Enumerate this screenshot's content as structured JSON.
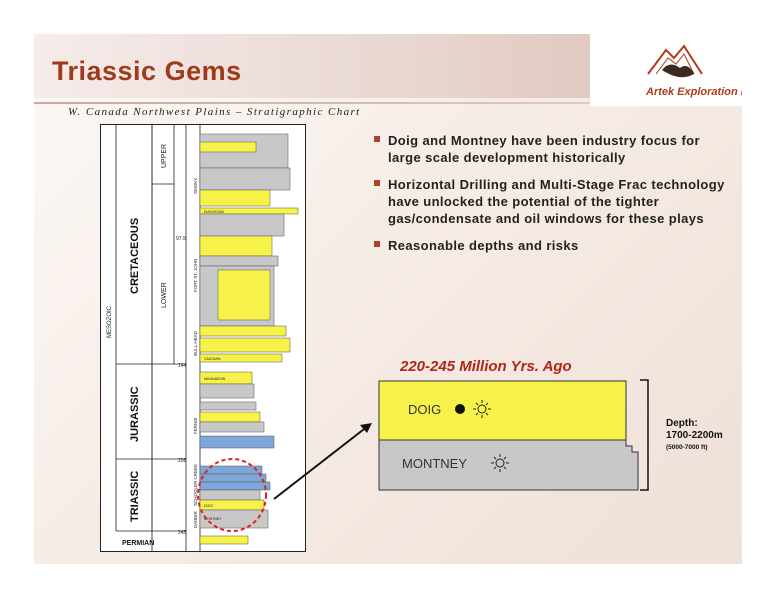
{
  "title": "Triassic Gems",
  "company": "Artek Exploration Ltd.",
  "subtitle": "W. Canada Northwest Plains – Stratigraphic Chart",
  "bullets": [
    "Doig and Montney have been industry focus for large scale development historically",
    "Horizontal Drilling and Multi-Stage Frac technology have unlocked the potential of the tighter gas/condensate and oil windows for these plays",
    "Reasonable depths and risks"
  ],
  "inset": {
    "age": "220-245 Million Yrs. Ago",
    "upper_unit": "DOIG",
    "lower_unit": "MONTNEY",
    "depth_title": "Depth:",
    "depth_range": "1700-2200m",
    "depth_imperial": "(5000-7000 ft)"
  },
  "strat": {
    "era": "MESOZOIC",
    "periods": [
      "CRETACEOUS",
      "JURASSIC",
      "TRIASSIC",
      "PERMIAN"
    ],
    "epochs": [
      "UPPER",
      "LOWER"
    ],
    "ages": [
      "97.5",
      "144",
      "208",
      "245"
    ],
    "groups": [
      "SMOKY",
      "FORT ST. JOHN",
      "BULL HEAD",
      "FERNIE",
      "SCHOOLER CREEK",
      "DAIBER"
    ],
    "formations": [
      "DUNVEGAN",
      "CADOMIN",
      "NIKANASSIN",
      "DOIG",
      "MONTNEY"
    ]
  },
  "colors": {
    "accent": "#a03a1a",
    "yellow": "#f7f24a",
    "gray": "#c8c8c8",
    "blue": "#7ea6d8",
    "red_circle": "#e02020"
  }
}
